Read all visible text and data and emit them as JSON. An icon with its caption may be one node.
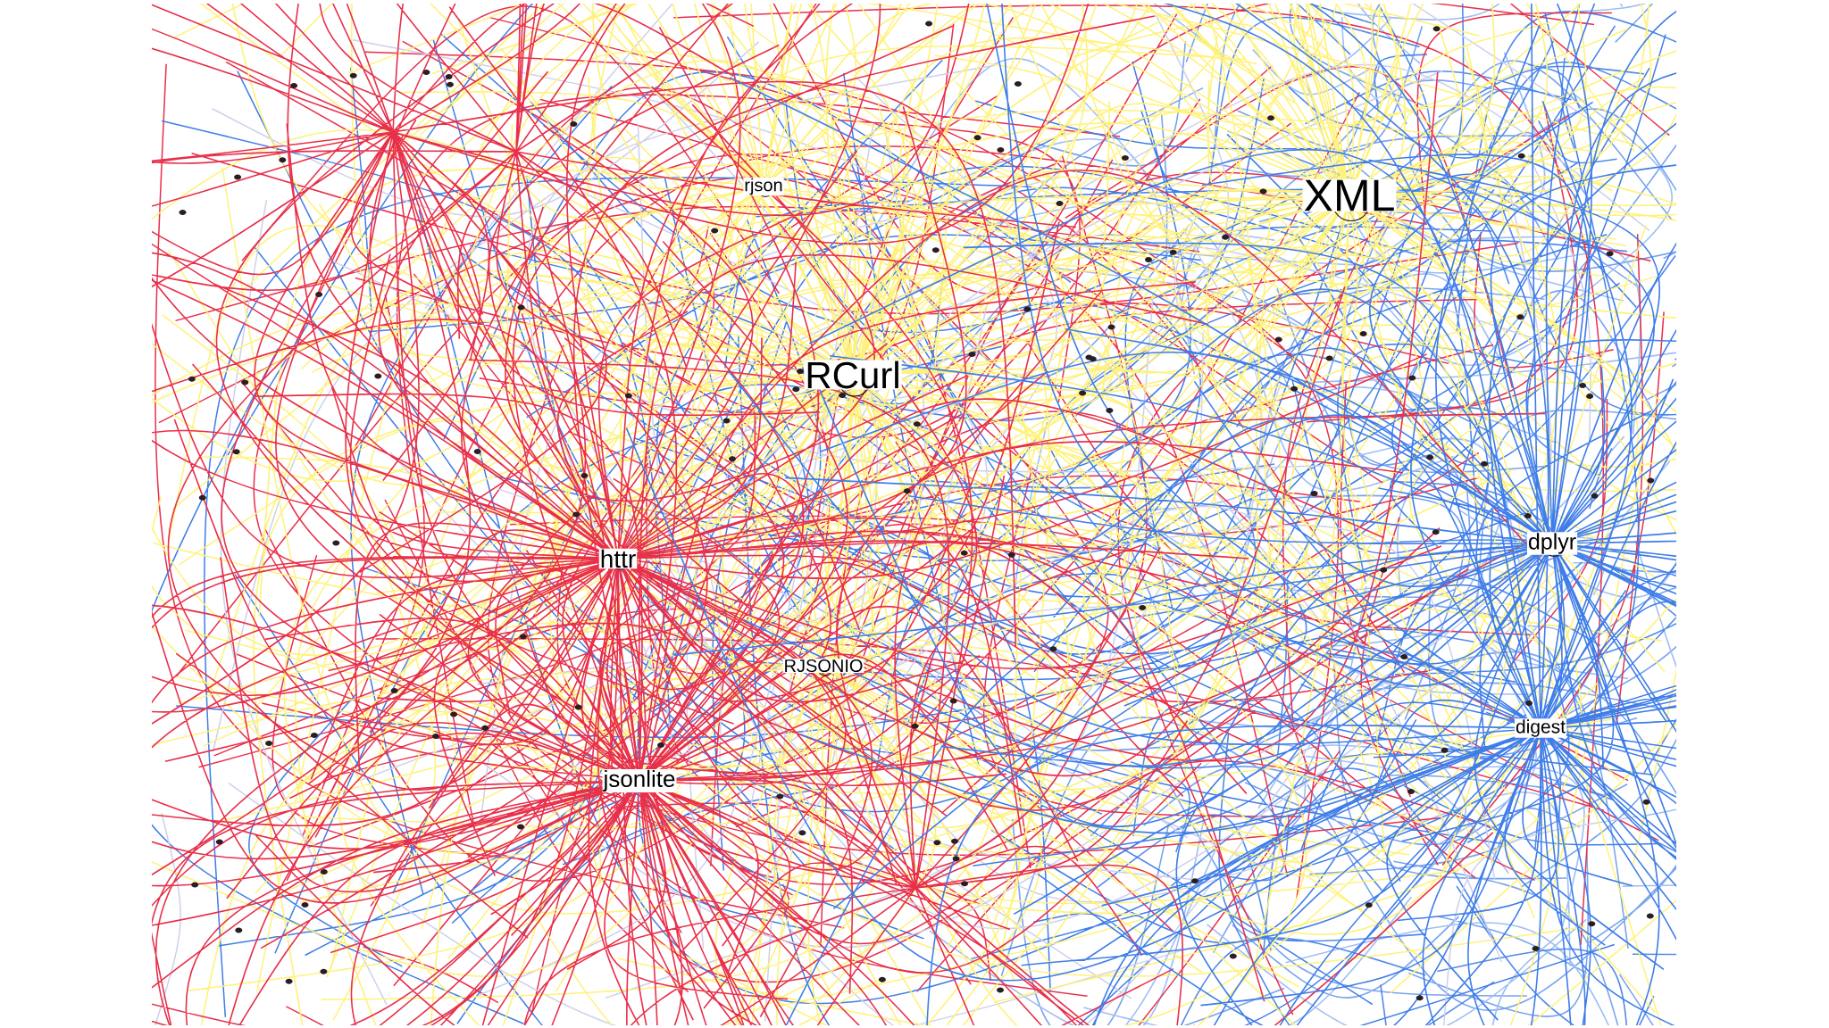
{
  "diagram": {
    "labels": [
      "rjson",
      "XML",
      "RCurl",
      "httr",
      "RJSONIO",
      "jsonlite",
      "dplyr",
      "digest"
    ]
  }
}
